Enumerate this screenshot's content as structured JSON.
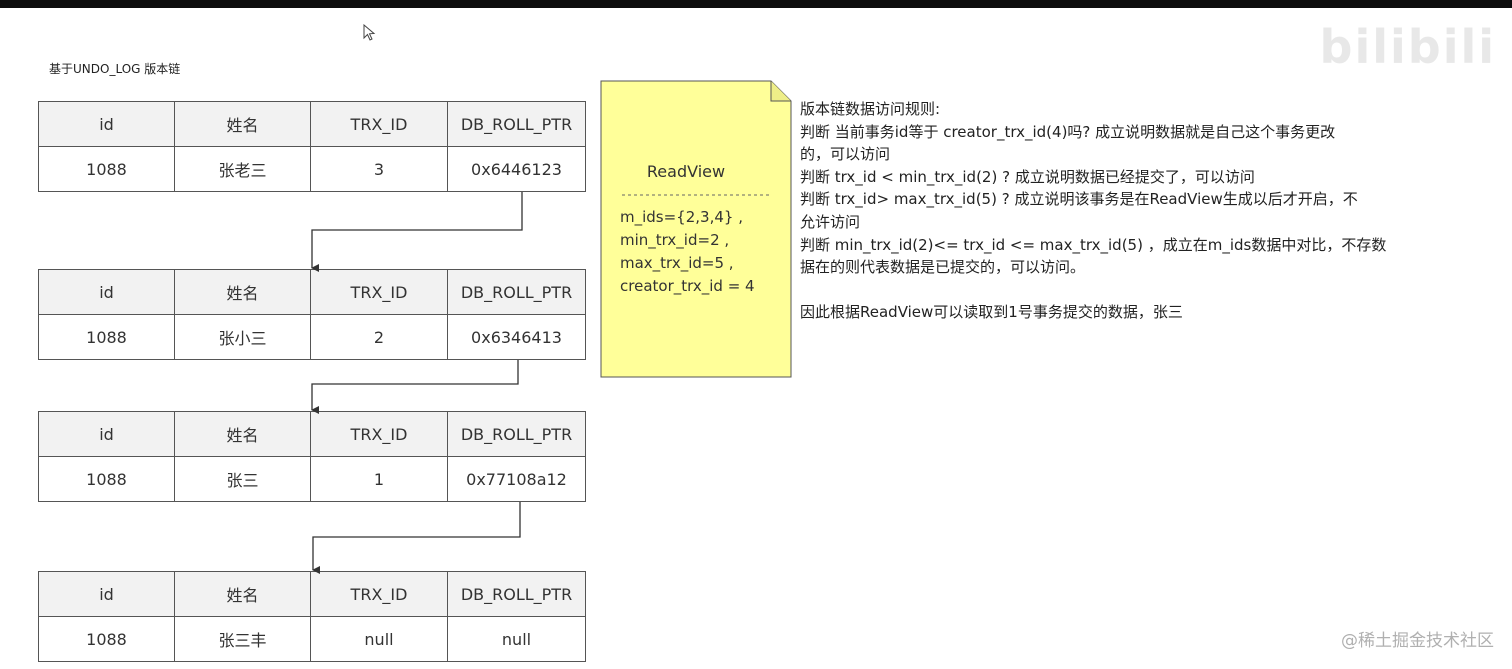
{
  "caption": "基于UNDO_LOG 版本链",
  "columns": [
    "id",
    "姓名",
    "TRX_ID",
    "DB_ROLL_PTR"
  ],
  "versions": [
    {
      "id": "1088",
      "name": "张老三",
      "trx_id": "3",
      "roll_ptr": "0x6446123"
    },
    {
      "id": "1088",
      "name": "张小三",
      "trx_id": "2",
      "roll_ptr": "0x6346413"
    },
    {
      "id": "1088",
      "name": "张三",
      "trx_id": "1",
      "roll_ptr": "0x77108a12"
    },
    {
      "id": "1088",
      "name": "张三丰",
      "trx_id": "null",
      "roll_ptr": "null"
    }
  ],
  "readview": {
    "title": "ReadView",
    "lines": [
      "m_ids={2,3,4} ,",
      "min_trx_id=2 ,",
      "max_trx_id=5 ,",
      "creator_trx_id = 4"
    ]
  },
  "rules": {
    "heading": "版本链数据访问规则:",
    "lines": [
      "判断 当前事务id等于 creator_trx_id(4)吗? 成立说明数据就是自己这个事务更改",
      "的，可以访问",
      "判断 trx_id < min_trx_id(2) ? 成立说明数据已经提交了，可以访问",
      "判断 trx_id> max_trx_id(5) ? 成立说明该事务是在ReadView生成以后才开启，不",
      "允许访问",
      "判断 min_trx_id(2)<= trx_id <= max_trx_id(5) ，成立在m_ids数据中对比，不存数",
      "据在的则代表数据是已提交的，可以访问。"
    ],
    "conclusion": "因此根据ReadView可以读取到1号事务提交的数据，张三"
  },
  "watermark": "bilibili",
  "footer": "@稀土掘金技术社区"
}
